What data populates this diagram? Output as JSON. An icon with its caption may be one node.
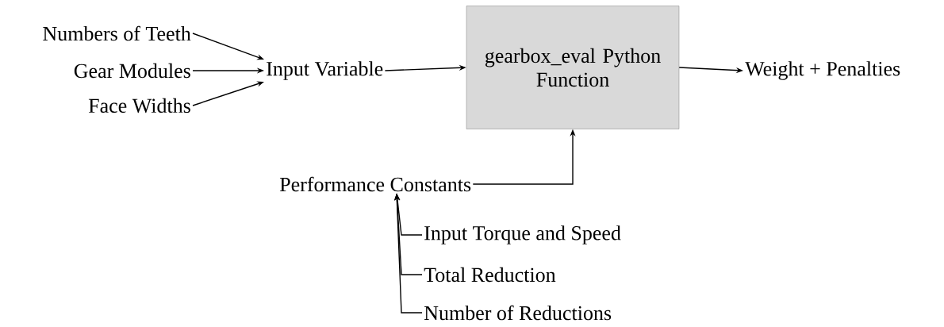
{
  "diagram": {
    "nodes": [
      {
        "text": [
          "Numbers of Teeth"
        ]
      },
      {
        "text": [
          "Gear Modules"
        ]
      },
      {
        "text": [
          "Face Widths"
        ]
      },
      {
        "text": [
          "Input Variable"
        ]
      },
      {
        "text": [
          "gearbox_eval Python Function"
        ]
      },
      {
        "text": [
          "Weight + Penalties"
        ]
      },
      {
        "text": [
          "Performance Constants"
        ]
      },
      {
        "text": [
          "Input Torque and Speed"
        ]
      },
      {
        "text": [
          "Total Reduction"
        ]
      },
      {
        "text": [
          "Number of Reductions"
        ]
      }
    ],
    "edges": [
      {
        "from": 0,
        "to": 3,
        "arrow": "to"
      },
      {
        "from": 1,
        "to": 3,
        "arrow": "to"
      },
      {
        "from": 2,
        "to": 3,
        "arrow": "to"
      },
      {
        "from": 3,
        "to": 4,
        "arrow": "to"
      },
      {
        "from": 4,
        "to": 5,
        "arrow": "to"
      },
      {
        "from": 6,
        "to": 4,
        "arrow": "to"
      },
      {
        "from": 7,
        "to": 6,
        "arrow": "to"
      },
      {
        "from": 8,
        "to": 6,
        "arrow": "to"
      },
      {
        "from": 9,
        "to": 6,
        "arrow": "to"
      }
    ]
  }
}
